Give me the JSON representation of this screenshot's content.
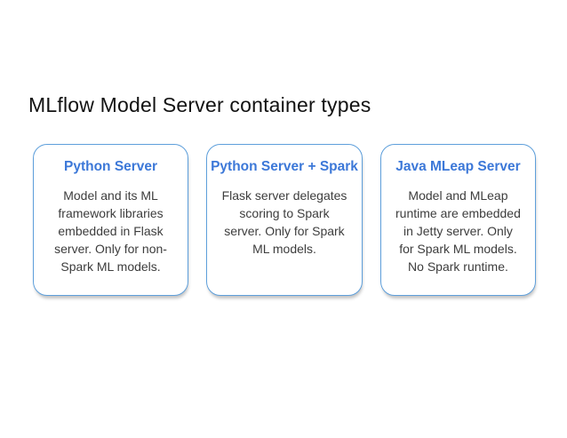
{
  "slide": {
    "title": "MLflow Model Server container types",
    "background": "#ffffff"
  },
  "colors": {
    "title_text": "#121212",
    "heading_blue": "#3c78d8",
    "card_border_blue": "#5e9fdb",
    "body_text": "#3d3d3d"
  },
  "cards": [
    {
      "heading": "Python Server",
      "body": "Model and its ML\nframework libraries\nembedded in Flask\nserver. Only for non-\nSpark ML models."
    },
    {
      "heading": "Python Server + Spark",
      "body": "Flask server delegates\nscoring to Spark\nserver. Only for Spark\nML models."
    },
    {
      "heading": "Java MLeap Server",
      "body": "Model and MLeap\nruntime are embedded\nin Jetty server. Only\nfor Spark ML models.\nNo Spark runtime."
    }
  ]
}
